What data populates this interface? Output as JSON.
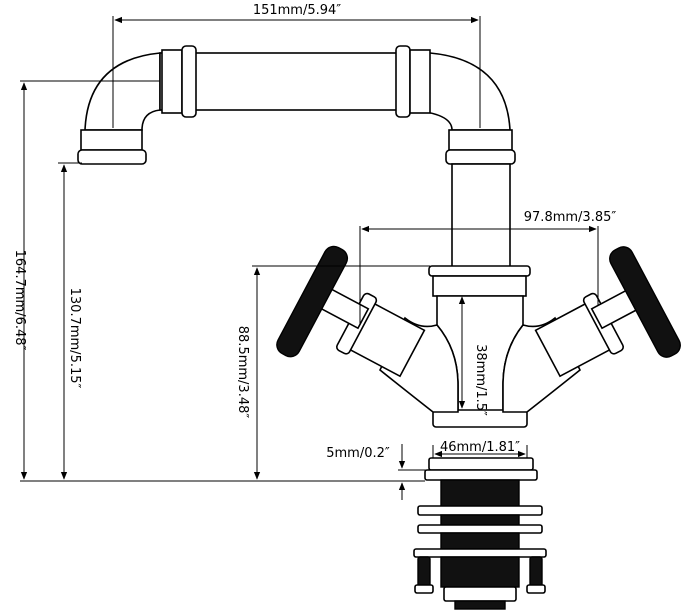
{
  "dimensions": {
    "spout_width": "151mm/5.94″",
    "handle_span": "97.8mm/3.85″",
    "total_height": "164.7mm/6.48″",
    "spout_height": "130.7mm/5.15″",
    "handle_height": "88.5mm/3.48″",
    "body_height": "38mm/1.5″",
    "base_diameter": "46mm/1.81″",
    "base_plate_thickness": "5mm/0.2″"
  }
}
